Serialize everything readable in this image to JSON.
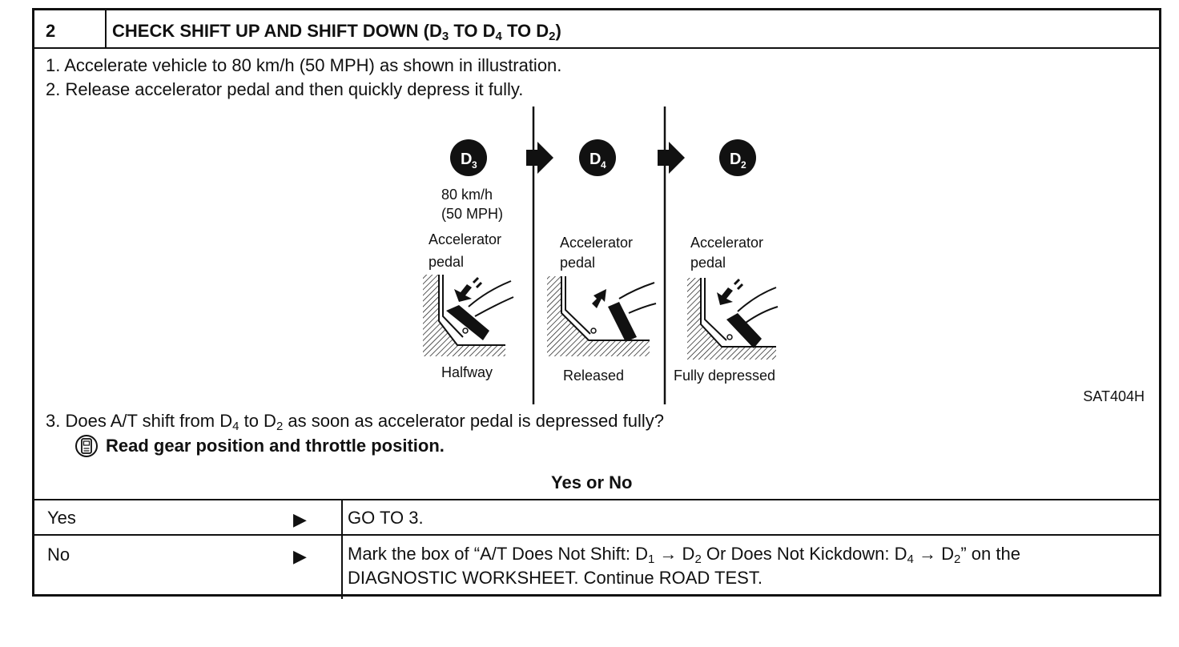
{
  "header": {
    "step_number": "2",
    "title_prefix": "CHECK SHIFT UP AND SHIFT DOWN (D",
    "title_sub1": "3",
    "title_mid1": " TO D",
    "title_sub2": "4",
    "title_mid2": " TO D",
    "title_sub3": "2",
    "title_suffix": ")"
  },
  "steps": {
    "step1": "1.  Accelerate vehicle to 80 km/h (50 MPH) as shown in illustration.",
    "step2": "2.  Release accelerator pedal and then quickly depress it fully.",
    "step3_prefix": "3.  Does A/T shift from D",
    "step3_sub1": "4",
    "step3_mid": " to D",
    "step3_sub2": "2",
    "step3_suffix": " as soon as accelerator pedal is depressed fully?",
    "consult_text": "Read gear position and throttle position."
  },
  "illustration": {
    "gear1": "D3",
    "gear2": "D4",
    "gear3": "D2",
    "speed_kmh": "80 km/h",
    "speed_mph": "(50 MPH)",
    "pedal_label_line1": "Accelerator",
    "pedal_label_line2": "pedal",
    "state1": "Halfway",
    "state2": "Released",
    "state3": "Fully depressed",
    "figure_code": "SAT404H"
  },
  "question": "Yes or No",
  "answers": {
    "yes_label": "Yes",
    "yes_action": "GO TO 3.",
    "no_label": "No",
    "no_action_line1_a": "Mark the box of “A/T Does Not Shift: D",
    "no_action_sub1": "1",
    "no_action_line1_b": " → D",
    "no_action_sub2": "2",
    "no_action_line1_c": " Or Does Not Kickdown: D",
    "no_action_sub3": "4",
    "no_action_line1_d": " → D",
    "no_action_sub4": "2",
    "no_action_line1_e": "” on the",
    "no_action_line2": "DIAGNOSTIC WORKSHEET. Continue ROAD TEST.",
    "arrow_glyph": "▶"
  }
}
